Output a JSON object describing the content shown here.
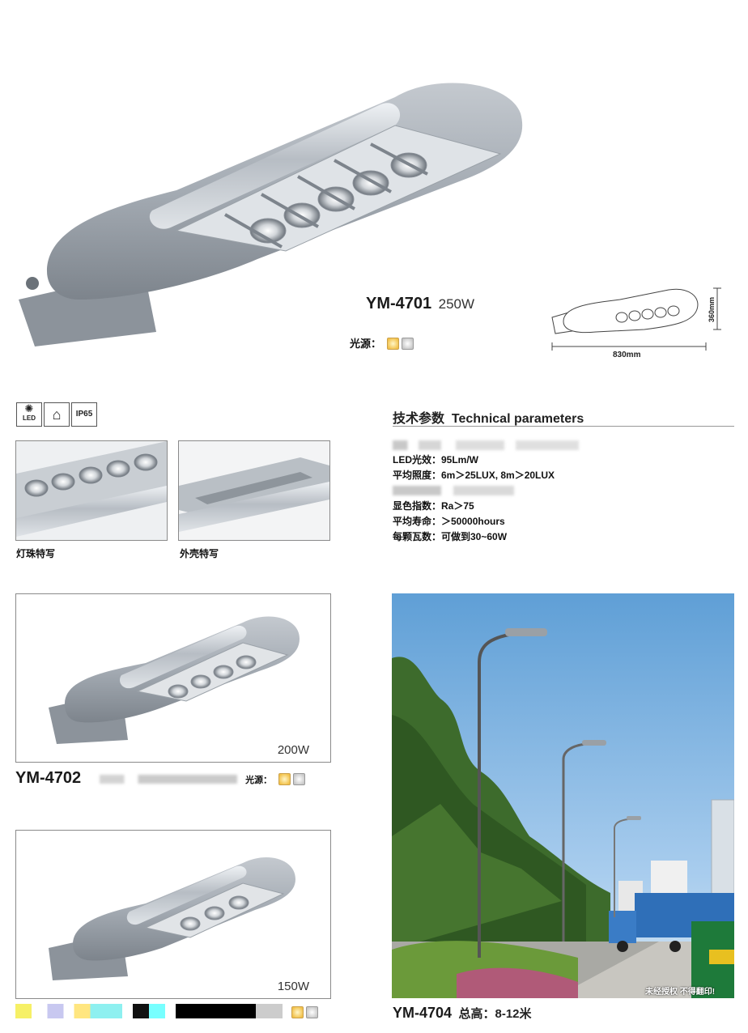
{
  "main_product": {
    "model": "YM-4701",
    "power": "250W",
    "light_source_label": "光源：",
    "dim_height": "360mm",
    "dim_width": "830mm"
  },
  "badges": [
    "LED",
    "IP65"
  ],
  "closeups": [
    {
      "label": "灯珠特写"
    },
    {
      "label": "外壳特写"
    }
  ],
  "tech": {
    "heading": "技术参数  Technical parameters",
    "lines": [
      "LED光效：95Lm/W",
      "平均照度：6m＞25LUX, 8m＞20LUX",
      "显色指数：Ra＞75",
      "平均寿命：＞50000hours",
      "每颗瓦数：可做到30~60W"
    ]
  },
  "product_2": {
    "model": "YM-4702",
    "power": "200W",
    "light_source_label": "光源："
  },
  "product_3": {
    "power": "150W"
  },
  "photo": {
    "model": "YM-4704",
    "height_text": "总高：8-12米",
    "watermark": "未经授权 不得翻印!"
  },
  "colors": {
    "lamp_body": "#a7adb4",
    "lamp_dark": "#7f868e",
    "sky_top": "#6fa8d8",
    "sky_bottom": "#c9def0"
  }
}
